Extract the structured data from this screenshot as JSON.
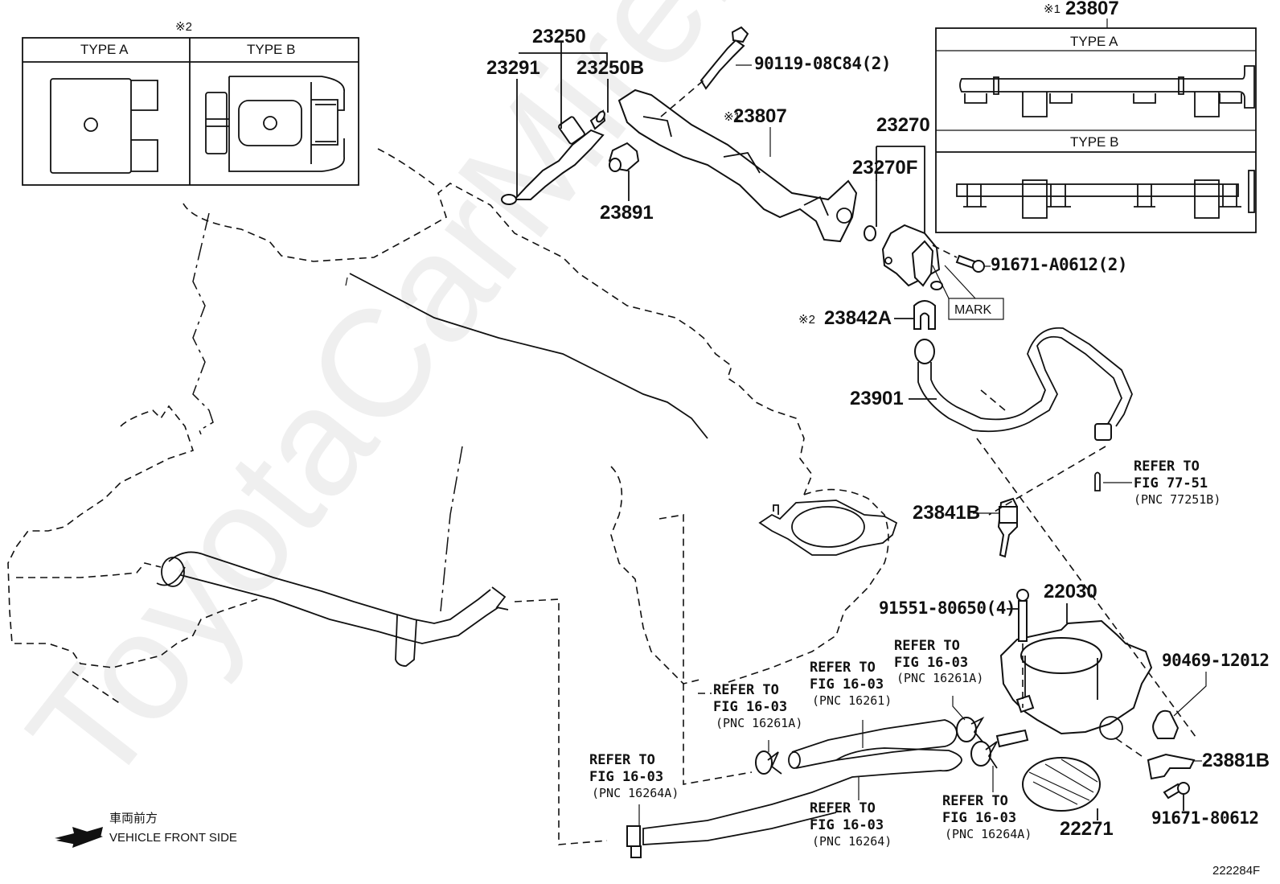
{
  "diagram": {
    "figure_id": "222284F",
    "watermark": "ToyotaCarMire.ru",
    "orientation": {
      "japanese_label": "車両前方",
      "english_label": "VEHICLE FRONT SIDE",
      "icon": "arrow-left-down-icon"
    },
    "inset_clip_types": {
      "note_marker": "※2",
      "columns": [
        "TYPE A",
        "TYPE B"
      ]
    },
    "inset_delivery_pipe_types": {
      "note_marker": "※1",
      "part_number": "23807",
      "rows": [
        "TYPE A",
        "TYPE B"
      ]
    },
    "part_labels": [
      {
        "id": "23250",
        "text": "23250"
      },
      {
        "id": "23291",
        "text": "23291"
      },
      {
        "id": "23250B",
        "text": "23250B"
      },
      {
        "id": "90119-08C84",
        "text": "90119-08C84(2)"
      },
      {
        "id": "23807",
        "text": "23807",
        "note_marker": "※1"
      },
      {
        "id": "23891",
        "text": "23891"
      },
      {
        "id": "23270",
        "text": "23270"
      },
      {
        "id": "23270F",
        "text": "23270F"
      },
      {
        "id": "91671-A0612",
        "text": "91671-A0612(2)"
      },
      {
        "id": "23842A",
        "text": "23842A",
        "note_marker": "※2"
      },
      {
        "id": "23901",
        "text": "23901"
      },
      {
        "id": "23841B",
        "text": "23841B"
      },
      {
        "id": "91551-80650",
        "text": "91551-80650(4)"
      },
      {
        "id": "22030",
        "text": "22030"
      },
      {
        "id": "90469-12012",
        "text": "90469-12012"
      },
      {
        "id": "23881B",
        "text": "23881B"
      },
      {
        "id": "91671-80612",
        "text": "91671-80612"
      },
      {
        "id": "22271",
        "text": "22271"
      }
    ],
    "mark_label": "MARK",
    "references": [
      {
        "id": "ref-77251b",
        "line1": "REFER TO",
        "line2": "FIG 77-51",
        "line3": "(PNC 77251B)"
      },
      {
        "id": "ref-16261a-right",
        "line1": "REFER TO",
        "line2": "FIG 16-03",
        "line3": "(PNC 16261A)"
      },
      {
        "id": "ref-16261",
        "line1": "REFER TO",
        "line2": "FIG 16-03",
        "line3": "(PNC 16261)"
      },
      {
        "id": "ref-16261a-left",
        "line1": "REFER TO",
        "line2": "FIG 16-03",
        "line3": "(PNC 16261A)"
      },
      {
        "id": "ref-16264a-left",
        "line1": "REFER TO",
        "line2": "FIG 16-03",
        "line3": "(PNC 16264A)"
      },
      {
        "id": "ref-16264",
        "line1": "REFER TO",
        "line2": "FIG 16-03",
        "line3": "(PNC 16264)"
      },
      {
        "id": "ref-16264a-right",
        "line1": "REFER TO",
        "line2": "FIG 16-03",
        "line3": "(PNC 16264A)"
      }
    ]
  }
}
